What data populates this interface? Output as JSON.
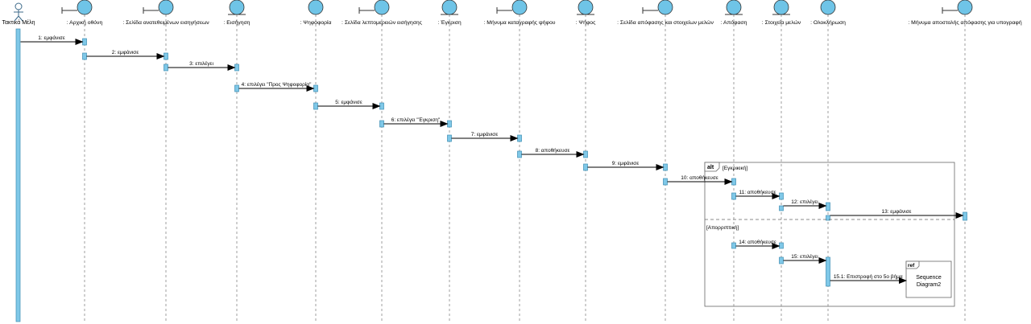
{
  "diagram": {
    "actor": "Τακτικά Μέλη",
    "lifelines": [
      {
        "id": "L1",
        "label": ": Αρχική οθόνη",
        "kind": "boundary"
      },
      {
        "id": "L2",
        "label": ": Σελίδα ανατεθειμένων εισηγήσεων",
        "kind": "boundary"
      },
      {
        "id": "L3",
        "label": ": Εισήγηση",
        "kind": "entity"
      },
      {
        "id": "L4",
        "label": ": Ψηφοφορία",
        "kind": "control"
      },
      {
        "id": "L5",
        "label": ": Σελίδα  λεπτομερειών εισήγησης",
        "kind": "boundary"
      },
      {
        "id": "L6",
        "label": ": Έγκριση",
        "kind": "entity"
      },
      {
        "id": "L7",
        "label": ": Μήνυμα καταγραφής ψήφου",
        "kind": "boundary"
      },
      {
        "id": "L8",
        "label": ": Ψήφος",
        "kind": "entity"
      },
      {
        "id": "L9",
        "label": ": Σελίδα απόφασης και στοιχείων μελών",
        "kind": "boundary"
      },
      {
        "id": "L10",
        "label": ": Απόφαση",
        "kind": "entity"
      },
      {
        "id": "L11",
        "label": ": Στοιχεία μελών",
        "kind": "entity"
      },
      {
        "id": "L12",
        "label": ": Ολοκλήρωση",
        "kind": "control"
      },
      {
        "id": "L13",
        "label": ": Μήνυμα αποστολής απόφασης για υπογραφή",
        "kind": "boundary"
      }
    ],
    "messages": [
      {
        "label": "1: εμφάνισε"
      },
      {
        "label": "2: εμφάνισε"
      },
      {
        "label": "3: επιλέγει"
      },
      {
        "label": "4: επιλέγει \"Προς Ψηφοφορία\""
      },
      {
        "label": "5: εμφάνισε"
      },
      {
        "label": "6: επιλέγει \"Έγκριση\""
      },
      {
        "label": "7: εμφάνισε"
      },
      {
        "label": "8: αποθήκευσε"
      },
      {
        "label": "9: εμφάνισε"
      },
      {
        "label": "10: αποθήκευσε"
      },
      {
        "label": "11: αποθήκευσε"
      },
      {
        "label": "12: επιλέγει"
      },
      {
        "label": "13: εμφάνισε"
      },
      {
        "label": "14: αποθήκευσε"
      },
      {
        "label": "15: επιλέγει"
      },
      {
        "label": "15.1: Επιστροφή στο 5ο βήμα"
      }
    ],
    "fragment": {
      "operator": "alt",
      "guard1": "[Εγκρικική]",
      "guard2": "[Απορριπτική]"
    },
    "ref": {
      "tag": "ref",
      "line1": "Sequence",
      "line2": "Diagram2"
    },
    "colors": {
      "lifeline_fill": "#6fc4e7",
      "activation_fill": "#7fc8e8",
      "activation_stroke": "#3d8db3",
      "line": "#000000",
      "lifeline_dash": "#777777"
    }
  }
}
